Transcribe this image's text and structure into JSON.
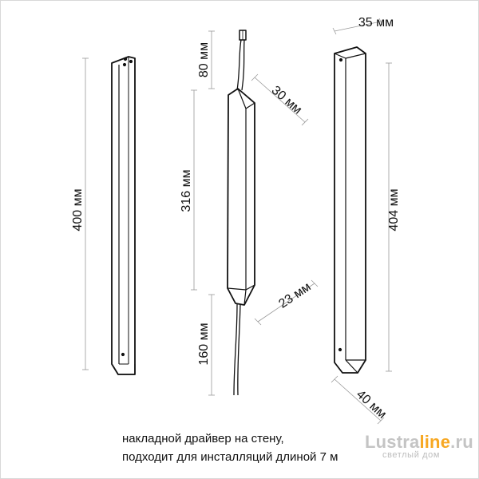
{
  "dimensions": {
    "left_height": "400 мм",
    "driver_wire_top": "80 мм",
    "driver_body": "316 мм",
    "driver_wire_bottom": "160 мм",
    "driver_width_top": "30 мм",
    "driver_width_bottom": "23 мм",
    "right_width_top": "35 мм",
    "right_height": "404 мм",
    "right_width_bottom": "40 мм"
  },
  "caption": {
    "line1": "накладной драйвер на стену,",
    "line2": "подходит для инсталляций длиной 7 м"
  },
  "logo": {
    "part1": "Lustra",
    "part2": "line",
    "part3": ".ru",
    "tagline": "светлый дом",
    "color_gray": "#c4c4c4",
    "color_orange": "#f7a823"
  }
}
